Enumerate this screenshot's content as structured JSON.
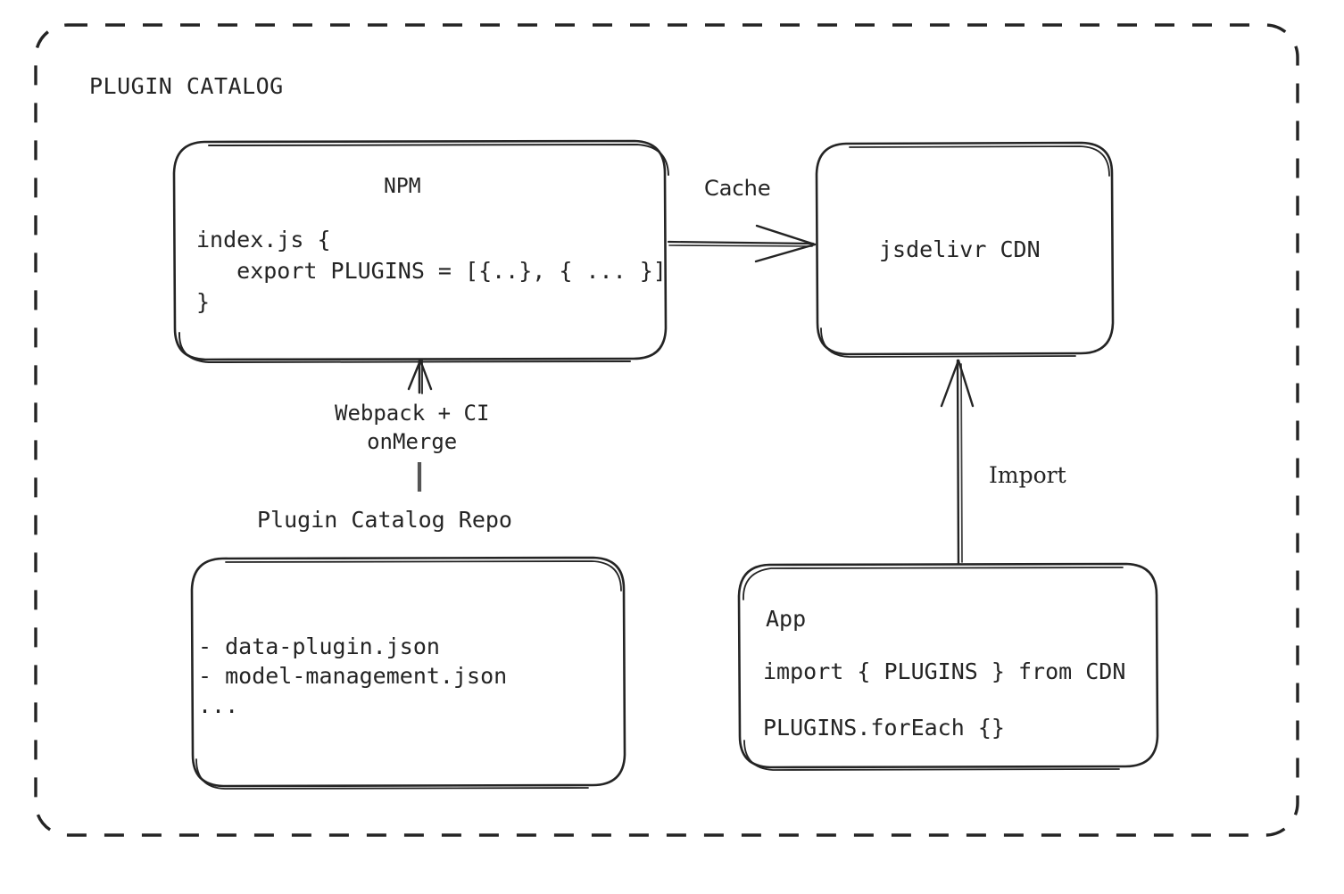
{
  "diagram": {
    "group": {
      "title": "PLUGIN CATALOG"
    },
    "nodes": {
      "npm": {
        "title": "NPM",
        "code_lines": "index.js {\n   export PLUGINS = [{..}, { ... }]\n}"
      },
      "cdn": {
        "title": "jsdelivr CDN"
      },
      "repo": {
        "caption": "Plugin Catalog Repo",
        "items": "- data-plugin.json\n- model-management.json\n..."
      },
      "app": {
        "title": "App",
        "line1": "import { PLUGINS } from CDN",
        "line2": "PLUGINS.forEach {}"
      }
    },
    "edges": {
      "cache": "Cache",
      "build": "Webpack + CI\nonMerge",
      "import": "Import"
    },
    "colors": {
      "stroke": "#242424",
      "background": "#ffffff",
      "text": "#242424"
    }
  }
}
